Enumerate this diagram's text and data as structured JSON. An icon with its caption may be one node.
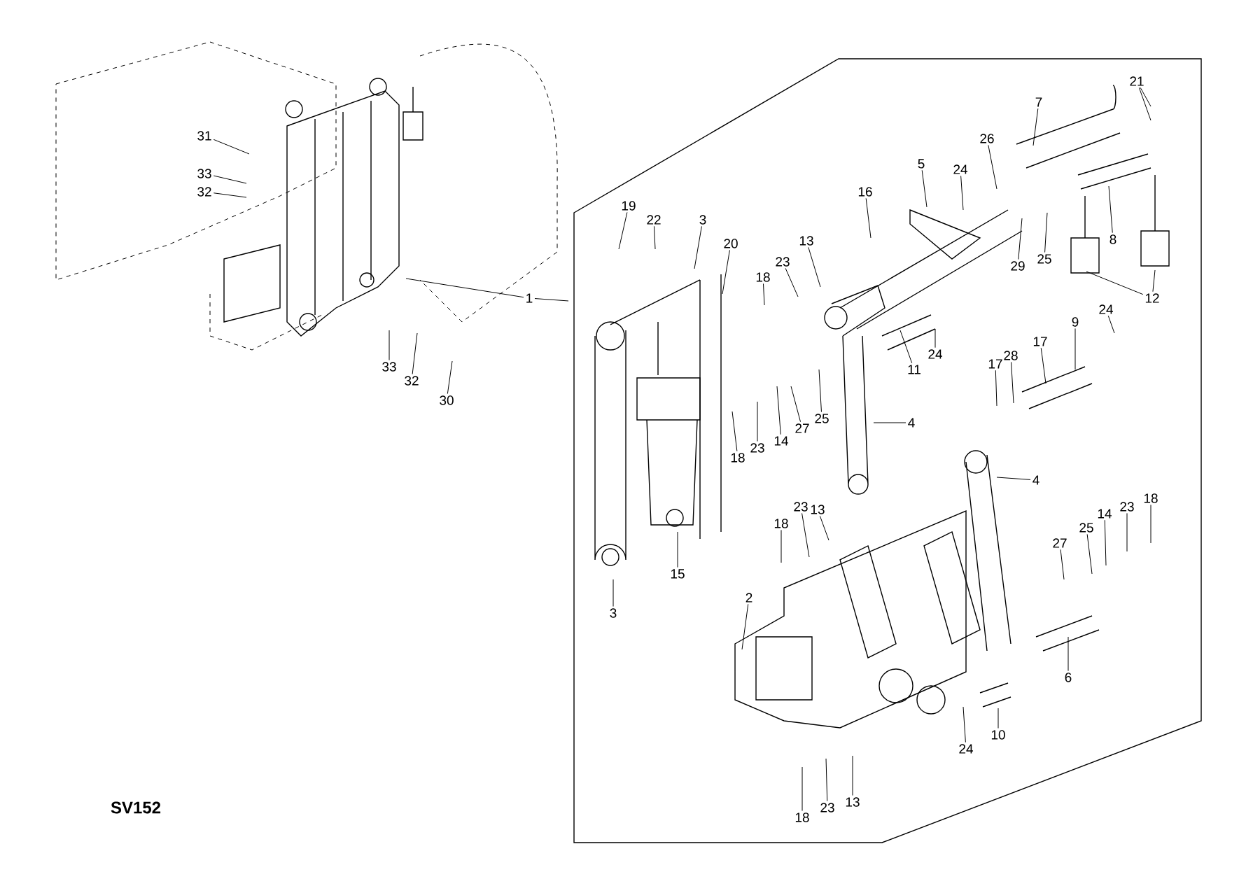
{
  "diagram": {
    "nodes": [
      {
        "text": [
          "31"
        ]
      },
      {
        "text": [
          "33"
        ]
      },
      {
        "text": [
          "32"
        ]
      },
      {
        "text": [
          "33"
        ]
      },
      {
        "text": [
          "32"
        ]
      },
      {
        "text": [
          "30"
        ]
      },
      {
        "text": [
          "1"
        ]
      },
      {
        "text": [
          "19"
        ]
      },
      {
        "text": [
          "22"
        ]
      },
      {
        "text": [
          "3"
        ]
      },
      {
        "text": [
          "20"
        ]
      },
      {
        "text": [
          "23"
        ]
      },
      {
        "text": [
          "13"
        ]
      },
      {
        "text": [
          "18"
        ]
      },
      {
        "text": [
          "16"
        ]
      },
      {
        "text": [
          "5"
        ]
      },
      {
        "text": [
          "24"
        ]
      },
      {
        "text": [
          "26"
        ]
      },
      {
        "text": [
          "7"
        ]
      },
      {
        "text": [
          "21"
        ]
      },
      {
        "text": [
          "8"
        ]
      },
      {
        "text": [
          "29"
        ]
      },
      {
        "text": [
          "25"
        ]
      },
      {
        "text": [
          "12"
        ]
      },
      {
        "text": [
          "24"
        ]
      },
      {
        "text": [
          "9"
        ]
      },
      {
        "text": [
          "17"
        ]
      },
      {
        "text": [
          "28"
        ]
      },
      {
        "text": [
          "17"
        ]
      },
      {
        "text": [
          "11"
        ]
      },
      {
        "text": [
          "24"
        ]
      },
      {
        "text": [
          "18"
        ]
      },
      {
        "text": [
          "23"
        ]
      },
      {
        "text": [
          "14"
        ]
      },
      {
        "text": [
          "27"
        ]
      },
      {
        "text": [
          "25"
        ]
      },
      {
        "text": [
          "4"
        ]
      },
      {
        "text": [
          "4"
        ]
      },
      {
        "text": [
          "13"
        ]
      },
      {
        "text": [
          "23"
        ]
      },
      {
        "text": [
          "18"
        ]
      },
      {
        "text": [
          "15"
        ]
      },
      {
        "text": [
          "3"
        ]
      },
      {
        "text": [
          "2"
        ]
      },
      {
        "text": [
          "27"
        ]
      },
      {
        "text": [
          "25"
        ]
      },
      {
        "text": [
          "14"
        ]
      },
      {
        "text": [
          "23"
        ]
      },
      {
        "text": [
          "18"
        ]
      },
      {
        "text": [
          "6"
        ]
      },
      {
        "text": [
          "10"
        ]
      },
      {
        "text": [
          "24"
        ]
      },
      {
        "text": [
          "13"
        ]
      },
      {
        "text": [
          "23"
        ]
      },
      {
        "text": [
          "18"
        ]
      }
    ],
    "edges": [
      {
        "from": 0,
        "to": null,
        "arrow": "none"
      },
      {
        "from": 1,
        "to": null,
        "arrow": "none"
      },
      {
        "from": 2,
        "to": null,
        "arrow": "none"
      },
      {
        "from": 3,
        "to": null,
        "arrow": "none"
      },
      {
        "from": 4,
        "to": null,
        "arrow": "none"
      },
      {
        "from": 5,
        "to": null,
        "arrow": "none"
      },
      {
        "from": 6,
        "to": null,
        "arrow": "none"
      },
      {
        "from": 6,
        "to": null,
        "arrow": "none"
      },
      {
        "from": 7,
        "to": null,
        "arrow": "none"
      },
      {
        "from": 8,
        "to": null,
        "arrow": "none"
      },
      {
        "from": 9,
        "to": null,
        "arrow": "none"
      },
      {
        "from": 10,
        "to": null,
        "arrow": "none"
      },
      {
        "from": 11,
        "to": null,
        "arrow": "none"
      },
      {
        "from": 12,
        "to": null,
        "arrow": "none"
      },
      {
        "from": 13,
        "to": null,
        "arrow": "none"
      },
      {
        "from": 14,
        "to": null,
        "arrow": "none"
      },
      {
        "from": 15,
        "to": null,
        "arrow": "none"
      },
      {
        "from": 16,
        "to": null,
        "arrow": "none"
      },
      {
        "from": 17,
        "to": null,
        "arrow": "none"
      },
      {
        "from": 18,
        "to": null,
        "arrow": "none"
      },
      {
        "from": 19,
        "to": null,
        "arrow": "none"
      },
      {
        "from": 19,
        "to": null,
        "arrow": "none"
      },
      {
        "from": 20,
        "to": null,
        "arrow": "none"
      },
      {
        "from": 21,
        "to": null,
        "arrow": "none"
      },
      {
        "from": 22,
        "to": null,
        "arrow": "none"
      },
      {
        "from": 23,
        "to": null,
        "arrow": "none"
      },
      {
        "from": 23,
        "to": null,
        "arrow": "none"
      },
      {
        "from": 24,
        "to": null,
        "arrow": "none"
      },
      {
        "from": 25,
        "to": null,
        "arrow": "none"
      },
      {
        "from": 26,
        "to": null,
        "arrow": "none"
      },
      {
        "from": 27,
        "to": null,
        "arrow": "none"
      },
      {
        "from": 28,
        "to": null,
        "arrow": "none"
      },
      {
        "from": 29,
        "to": null,
        "arrow": "none"
      },
      {
        "from": 30,
        "to": null,
        "arrow": "none"
      },
      {
        "from": 31,
        "to": null,
        "arrow": "none"
      },
      {
        "from": 32,
        "to": null,
        "arrow": "none"
      },
      {
        "from": 33,
        "to": null,
        "arrow": "none"
      },
      {
        "from": 34,
        "to": null,
        "arrow": "none"
      },
      {
        "from": 35,
        "to": null,
        "arrow": "none"
      },
      {
        "from": 36,
        "to": null,
        "arrow": "none"
      },
      {
        "from": 37,
        "to": null,
        "arrow": "none"
      },
      {
        "from": 38,
        "to": null,
        "arrow": "none"
      },
      {
        "from": 39,
        "to": null,
        "arrow": "none"
      },
      {
        "from": 40,
        "to": null,
        "arrow": "none"
      },
      {
        "from": 41,
        "to": null,
        "arrow": "none"
      },
      {
        "from": 42,
        "to": null,
        "arrow": "none"
      },
      {
        "from": 43,
        "to": null,
        "arrow": "none"
      },
      {
        "from": 44,
        "to": null,
        "arrow": "none"
      },
      {
        "from": 45,
        "to": null,
        "arrow": "none"
      },
      {
        "from": 46,
        "to": null,
        "arrow": "none"
      },
      {
        "from": 47,
        "to": null,
        "arrow": "none"
      },
      {
        "from": 48,
        "to": null,
        "arrow": "none"
      },
      {
        "from": 49,
        "to": null,
        "arrow": "none"
      },
      {
        "from": 50,
        "to": null,
        "arrow": "none"
      },
      {
        "from": 51,
        "to": null,
        "arrow": "none"
      },
      {
        "from": 52,
        "to": null,
        "arrow": "none"
      },
      {
        "from": 53,
        "to": null,
        "arrow": "none"
      },
      {
        "from": 54,
        "to": null,
        "arrow": "none"
      }
    ],
    "labels": [
      "SV152"
    ]
  }
}
